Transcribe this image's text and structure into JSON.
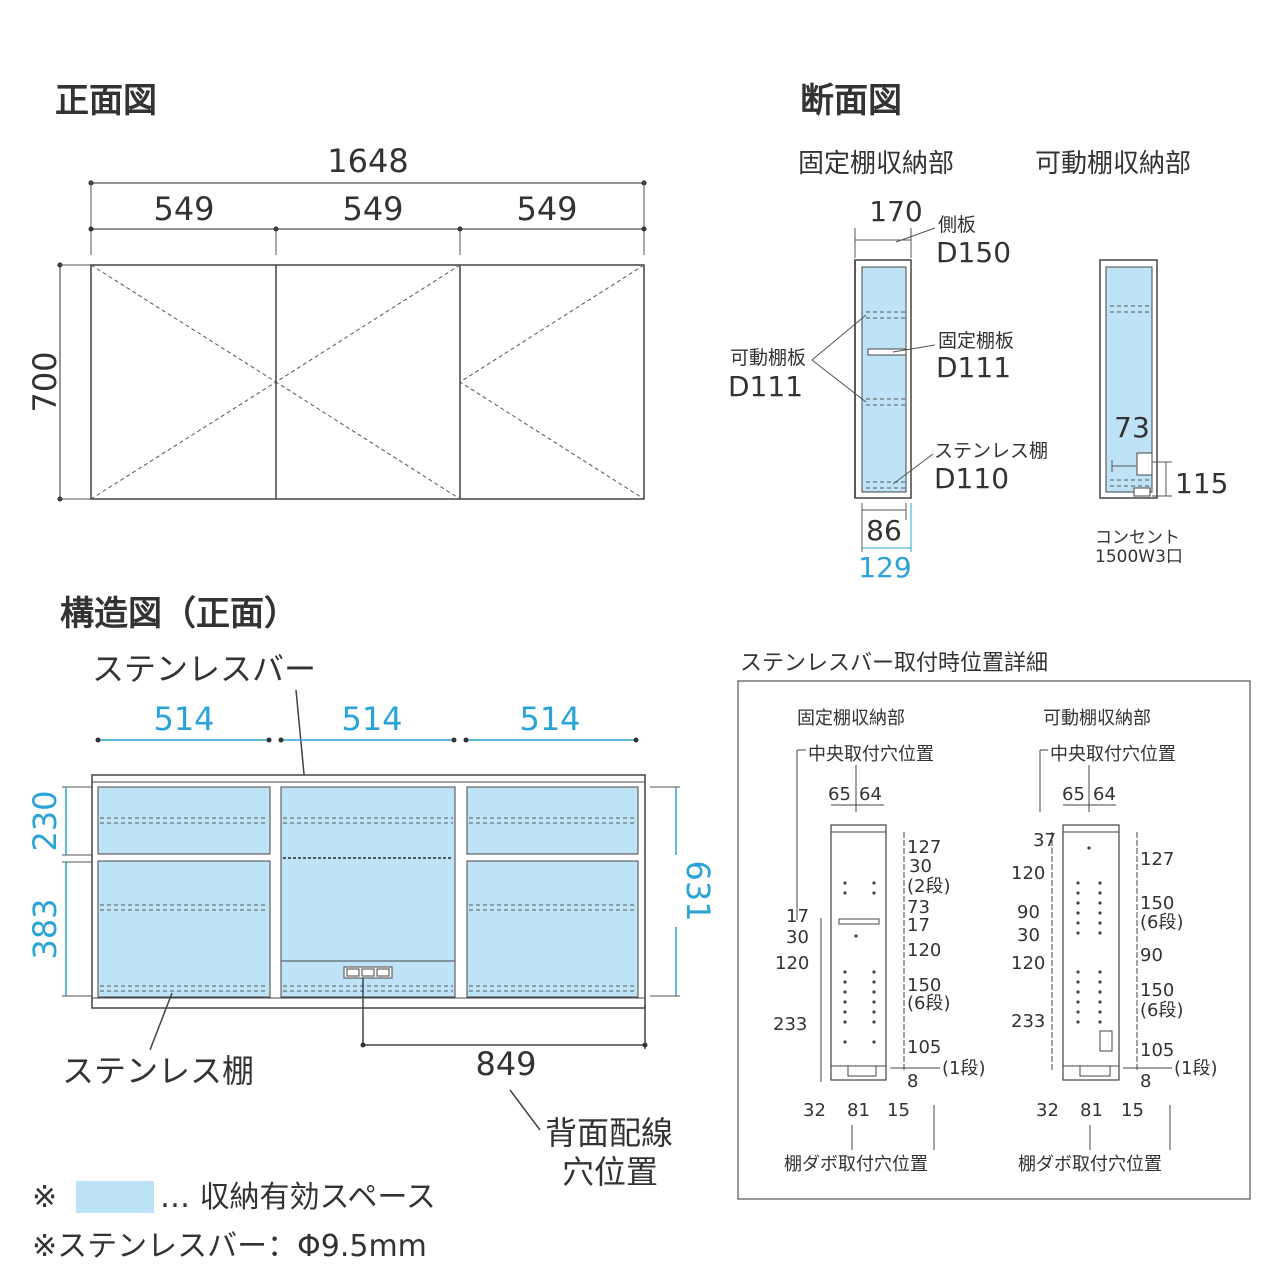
{
  "front": {
    "title": "正面図",
    "total": "1648",
    "seg1": "549",
    "seg2": "549",
    "seg3": "549",
    "height": "700"
  },
  "section": {
    "title": "断面図",
    "fixed_label": "固定棚収納部",
    "movable_label": "可動棚収納部",
    "depth": "170",
    "side_panel": "側板",
    "side_panel_depth": "D150",
    "movable_shelf": "可動棚板",
    "movable_shelf_depth": "D111",
    "fixed_shelf": "固定棚板",
    "fixed_shelf_depth": "D111",
    "stainless_shelf": "ステンレス棚",
    "stainless_shelf_depth": "D110",
    "inner_depth": "86",
    "effective_depth": "129",
    "outlet_height": "73",
    "outlet_offset": "115",
    "outlet": "コンセント",
    "outlet_spec": "1500W3口"
  },
  "structure": {
    "title": "構造図（正面）",
    "bar_label": "ステンレスバー",
    "w1": "514",
    "w2": "514",
    "w3": "514",
    "h_upper": "230",
    "h_lower": "383",
    "h_total": "631",
    "shelf_label": "ステンレス棚",
    "wiring_width": "849",
    "wiring_label_1": "背面配線",
    "wiring_label_2": "穴位置",
    "note1_prefix": "※",
    "note1": "… 収納有効スペース",
    "note2": "※ステンレスバー：Φ9.5mm"
  },
  "detail": {
    "title": "ステンレスバー取付時位置詳細",
    "fixed": {
      "label": "固定棚収納部",
      "center_hole": "中央取付穴位置",
      "top_a": "65",
      "top_b": "64",
      "left": [
        "17",
        "30",
        "120",
        "233"
      ],
      "right": [
        "127",
        "30",
        "(2段)",
        "73",
        "17",
        "120",
        "150",
        "(6段)",
        "105",
        "(1段)",
        "8"
      ],
      "bottom": [
        "32",
        "81",
        "15"
      ],
      "dowel": "棚ダボ取付穴位置"
    },
    "movable": {
      "label": "可動棚収納部",
      "center_hole": "中央取付穴位置",
      "top_a": "65",
      "top_b": "64",
      "left": [
        "37",
        "120",
        "90",
        "30",
        "120",
        "233"
      ],
      "right": [
        "127",
        "150",
        "(6段)",
        "90",
        "150",
        "(6段)",
        "105",
        "(1段)",
        "8"
      ],
      "bottom": [
        "32",
        "81",
        "15"
      ],
      "dowel": "棚ダボ取付穴位置"
    }
  },
  "colors": {
    "space": "#bfe3f6",
    "accent": "#2aa3d9",
    "line": "#444444"
  }
}
